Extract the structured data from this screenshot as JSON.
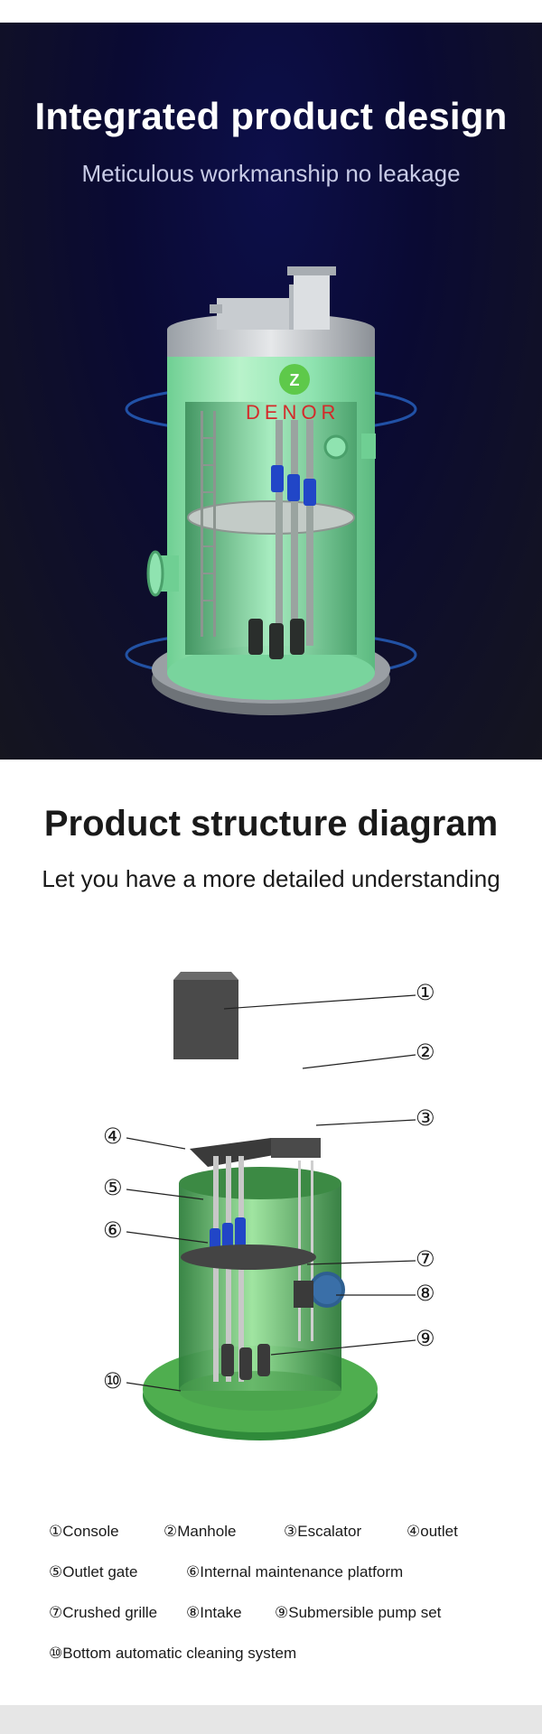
{
  "hero": {
    "title": "Integrated product design",
    "subtitle": "Meticulous workmanship no leakage",
    "brand": "DENOR"
  },
  "structure": {
    "title": "Product structure diagram",
    "subtitle": "Let you have a more detailed understanding",
    "callouts": [
      "①",
      "②",
      "③",
      "④",
      "⑤",
      "⑥",
      "⑦",
      "⑧",
      "⑨",
      "⑩"
    ],
    "legend": [
      "①Console",
      "②Manhole",
      "③Escalator",
      "④outlet",
      "⑤Outlet gate",
      "⑥Internal maintenance platform",
      "⑦Crushed grille",
      "⑧Intake",
      "⑨Submersible pump set",
      "⑩Bottom automatic cleaning system"
    ]
  },
  "colors": {
    "hero_bg": "#0a0a33",
    "tank_green": "#8fe3b0",
    "diagram_green": "#3f9e45",
    "brand_red": "#d42a2a",
    "pump_blue": "#2146c7"
  }
}
